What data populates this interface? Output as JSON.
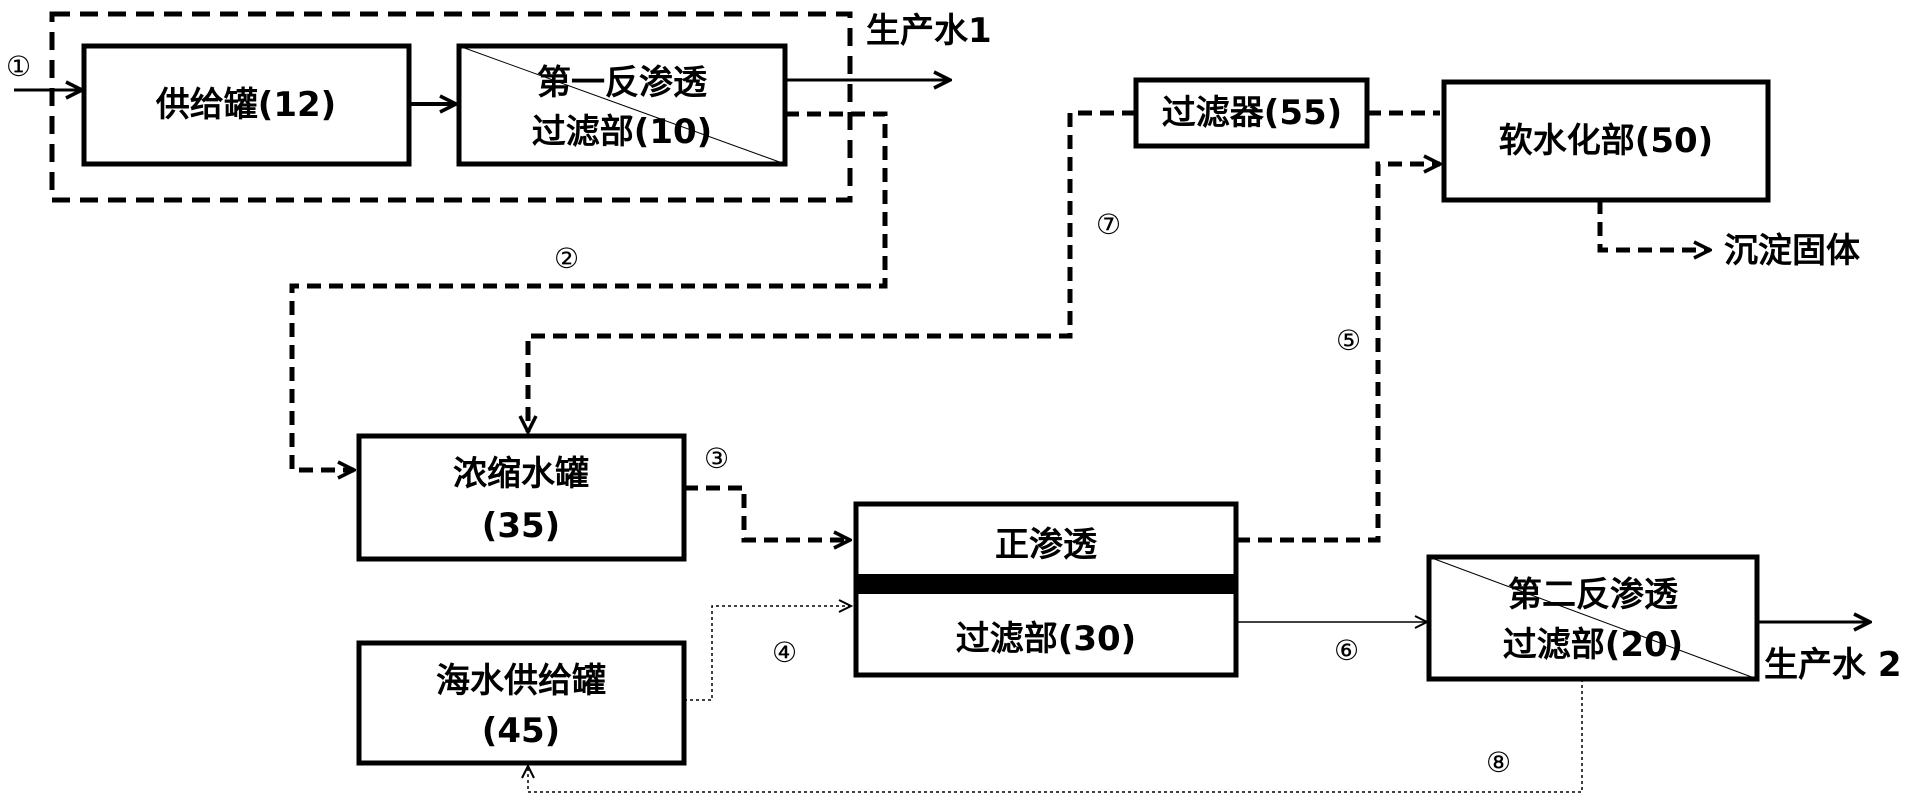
{
  "boxes": {
    "supply_tank": {
      "line1": "供给罐(12)"
    },
    "first_ro": {
      "line1": "第一反渗透",
      "line2": "过滤部(10)"
    },
    "filter": {
      "line1": "过滤器(55)"
    },
    "softening": {
      "line1": "软水化部(50)"
    },
    "concentrate_tank": {
      "line1": "浓缩水罐",
      "line2": "(35)"
    },
    "forward_osmosis": {
      "line1": "正渗透",
      "line2": "过滤部(30)"
    },
    "seawater_tank": {
      "line1": "海水供给罐",
      "line2": "(45)"
    },
    "second_ro": {
      "line1": "第二反渗透",
      "line2": "过滤部(20)"
    }
  },
  "outputs": {
    "product_water_1": "生产水1",
    "product_water_2": "生产水 2",
    "precipitated_solids": "沉淀固体"
  },
  "stream_numbers": {
    "s1": "①",
    "s2": "②",
    "s3": "③",
    "s4": "④",
    "s5": "⑤",
    "s6": "⑥",
    "s7": "⑦",
    "s8": "⑧"
  }
}
